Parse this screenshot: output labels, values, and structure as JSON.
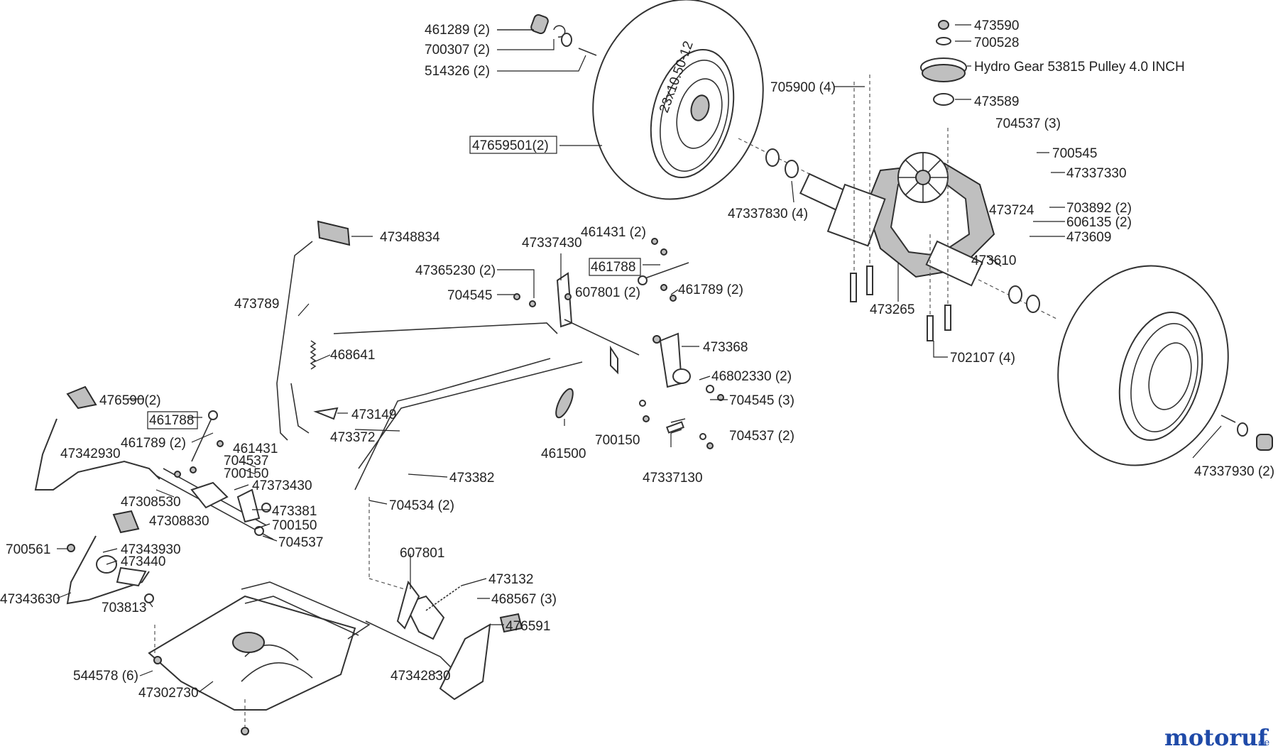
{
  "labels": {
    "l461289": "461289 (2)",
    "l700307": "700307 (2)",
    "l514326": "514326 (2)",
    "l47659501": "47659501(2)",
    "l473590": "473590",
    "l700528": "700528",
    "lpulley": "Hydro Gear 53815 Pulley 4.0 INCH",
    "l705900": "705900 (4)",
    "l473589": "473589",
    "l704537a": "704537 (3)",
    "l700545": "700545",
    "l47337330": "47337330",
    "l703892": "703892 (2)",
    "l473724": "473724",
    "l606135": "606135 (2)",
    "l473609": "473609",
    "l473610": "473610",
    "l47337830": "47337830 (4)",
    "l473265": "473265",
    "l702107": "702107 (4)",
    "l47348834": "47348834",
    "l461431a": "461431 (2)",
    "l47337430": "47337430",
    "l47365230": "47365230 (2)",
    "l461788a": "461788",
    "l704545a": "704545",
    "l607801a": "607801 (2)",
    "l461789a": "461789 (2)",
    "l473789": "473789",
    "l473368": "473368",
    "l468641": "468641",
    "l46802330": "46802330 (2)",
    "l704545b": "704545 (3)",
    "l476590": "476590(2)",
    "l473149": "473149",
    "l461788b": "461788",
    "l473372": "473372",
    "l461789b": "461789 (2)",
    "l461431b": "461431",
    "l700150a": "700150",
    "l704537b": "704537 (2)",
    "l47342930": "47342930",
    "l704537c": "704537",
    "l700150b": "700150",
    "l461500": "461500",
    "l473382": "473382",
    "l47337130": "47337130",
    "l47337930": "47337930 (2)",
    "l47373430": "47373430",
    "l47308530": "47308530",
    "l473381": "473381",
    "l704534": "704534 (2)",
    "l47308830": "47308830",
    "l700150c": "700150",
    "l704537d": "704537",
    "l700561": "700561",
    "l47343930": "47343930",
    "l473440": "473440",
    "l607801b": "607801",
    "l473132": "473132",
    "l47343630": "47343630",
    "l703813": "703813",
    "l468567": "468567 (3)",
    "l476591": "476591",
    "l544578": "544578 (6)",
    "l47342830": "47342830",
    "l47302730": "47302730",
    "tire_marking": "23x10.50-12"
  },
  "logo": {
    "main": "motoruf",
    "suffix": ".de",
    "color_main": "#1f4aa8",
    "color_accent": "#e08a1a"
  }
}
